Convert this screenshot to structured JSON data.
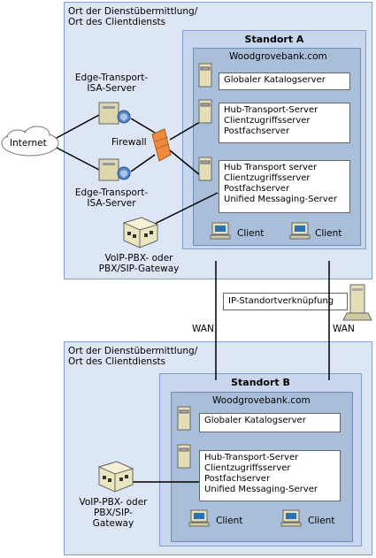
{
  "region_top": {
    "label_line1": "Ort der Dienstübermittlung/",
    "label_line2": "Ort des Clientdiensts"
  },
  "region_bottom": {
    "label_line1": "Ort der Dienstübermittlung/",
    "label_line2": "Ort des Clientdiensts"
  },
  "site_a": {
    "title": "Standort A",
    "domain": "Woodgrovebank.com",
    "server1": "Globaler Katalogserver",
    "server2_lines": [
      "Hub-Transport-Server",
      "Clientzugriffsserver",
      "Postfachserver"
    ],
    "server3_lines": [
      "Hub Transport server",
      "Clientzugriffsserver",
      "Postfachserver",
      "Unified Messaging-Server"
    ],
    "client1": "Client",
    "client2": "Client"
  },
  "site_b": {
    "title": "Standort B",
    "domain": "Woodgrovebank.com",
    "server1": "Globaler Katalogserver",
    "server2_lines": [
      "Hub-Transport-Server",
      "Clientzugriffsserver",
      "Postfachserver",
      "Unified Messaging-Server"
    ],
    "client1": "Client",
    "client2": "Client"
  },
  "internet": "Internet",
  "firewall": "Firewall",
  "edge_top": [
    "Edge-Transport-",
    "ISA-Server"
  ],
  "edge_bottom": [
    "Edge-Transport-",
    "ISA-Server"
  ],
  "voip_top": [
    "VoIP-PBX- oder",
    "PBX/SIP-Gateway"
  ],
  "voip_bottom": [
    "VoIP-PBX- oder",
    "PBX/SIP-",
    "Gateway"
  ],
  "ip_link": "IP-Standortverknüpfung",
  "wan_left": "WAN",
  "wan_right": "WAN"
}
